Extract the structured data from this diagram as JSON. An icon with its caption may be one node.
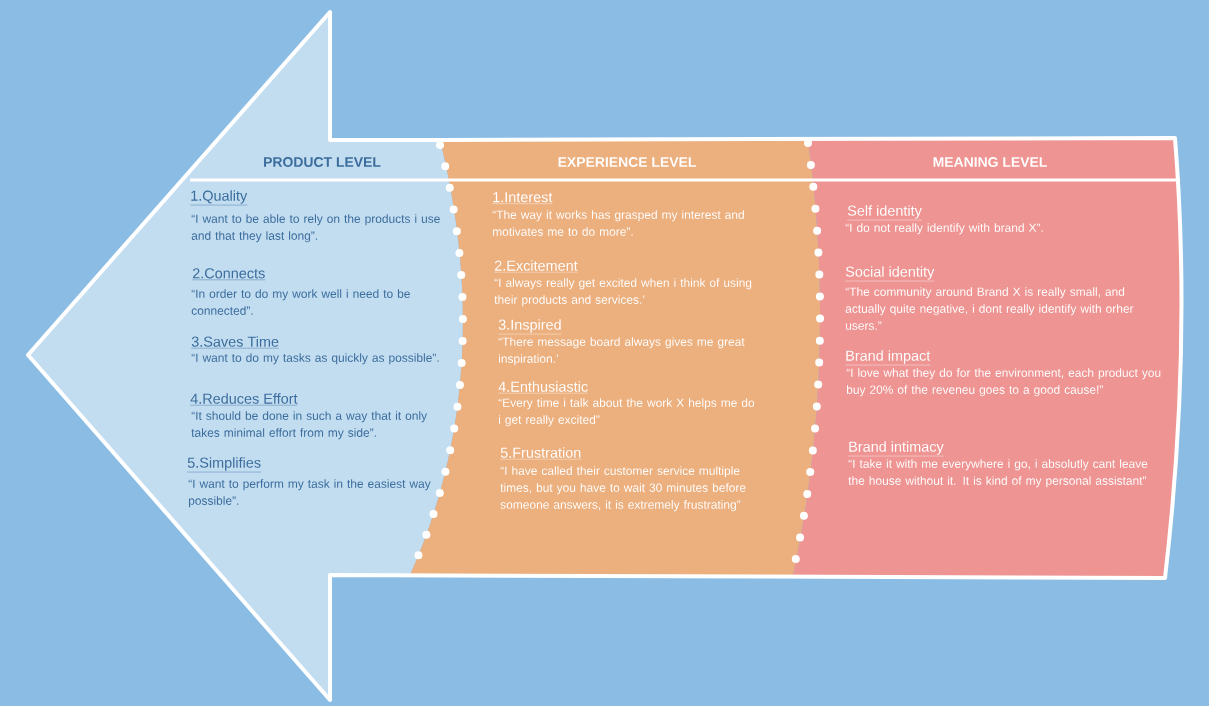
{
  "diagram": {
    "nodes": [
      {
        "text": [
          "PRODUCT LEVEL",
          "1.Quality",
          "“I want to be able to rely on the products i use and that they last long”.",
          "2.Connects",
          "“In order to do my work well i need to be connected”.",
          "3.Saves Time",
          "“I want to do my tasks as quickly as possible”.",
          "4.Reduces Effort",
          "“It should be done in such a way that it only takes minimal effort from my side”.",
          "5.Simplifies",
          "“I want to perform my task in the easiest way possible”."
        ]
      },
      {
        "text": [
          "EXPERIENCE LEVEL",
          "1.Interest",
          "“The way it works has grasped my interest and motivates me to do more”.",
          "2.Excitement",
          "“I always really get excited when i think of using their products and services.’",
          "3.Inspired",
          "“There message board always gives me great inspiration.’",
          "4.Enthusiastic",
          "“Every time i talk about the work X helps me do i get really excited”",
          "5.Frustration",
          "“I have called their customer service multiple times, but you have to wait 30 minutes before someone answers, it is extremely frustrating”"
        ]
      },
      {
        "text": [
          "MEANING LEVEL",
          "Self identity",
          "“I do not really identify with brand X”.",
          "Social identity",
          "“The community around Brand X is really small, and actually quite negative, i dont really identify with orher users.”",
          "Brand impact",
          "“I love what they do for the environment, each product you buy 20% of the reveneu goes to a good cause!”",
          "Brand intimacy",
          "“I take it with me everywhere i go, i absolutly cant leave the house without it. It is kind of my personal assistant”"
        ]
      }
    ]
  }
}
